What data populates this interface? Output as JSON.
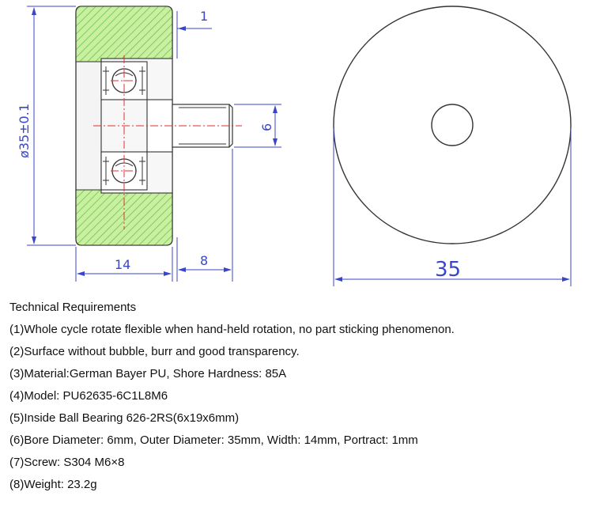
{
  "dimensions": {
    "diameter_label": "ø35±0.1",
    "width_label": "14",
    "protrusion_label": "1",
    "screw_diameter_label": "6",
    "screw_length_label": "8",
    "face_diameter_label": "35"
  },
  "colors": {
    "outline": "#333333",
    "dimension": "#3a46c8",
    "pu_fill": "#c8f0a0",
    "hatch": "#6fc24a",
    "centerline": "#e03030"
  },
  "requirements": {
    "title": "Technical Requirements",
    "items": [
      "(1)Whole cycle rotate flexible when hand-held rotation, no part sticking phenomenon.",
      "(2)Surface without bubble, burr and good transparency.",
      "(3)Material:German Bayer PU, Shore Hardness: 85A",
      "(4)Model: PU62635-6C1L8M6",
      "(5)Inside Ball Bearing 626-2RS(6x19x6mm)",
      "(6)Bore Diameter: 6mm, Outer Diameter: 35mm, Width: 14mm, Portract: 1mm",
      "(7)Screw: S304 M6×8",
      "(8)Weight: 23.2g"
    ]
  }
}
